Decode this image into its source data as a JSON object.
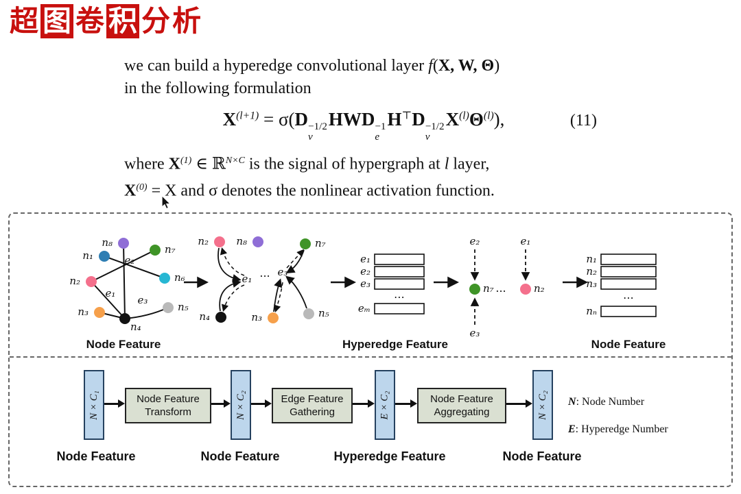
{
  "title": {
    "text": "超图卷积分析",
    "chars": [
      "超",
      "图",
      "卷",
      "积",
      "分",
      "析"
    ]
  },
  "intro": {
    "line1_pre": "we can build a hyperedge convolutional layer ",
    "f": "f",
    "open": "(",
    "args": "X, W, Θ",
    "close": ")",
    "line2": "in the following formulation"
  },
  "equation": {
    "lhs": "X",
    "lhs_sup": "(l+1)",
    "rel": " = ",
    "sigma_open": "σ(",
    "D1": "D",
    "D1_sup": "−1/2",
    "D1_sub": "v",
    "HW": "HW",
    "D2": "D",
    "D2_sup": "−1",
    "D2_sub": "e",
    "H": "H",
    "H_sup": "⊤",
    "D3": "D",
    "D3_sup": "−1/2",
    "D3_sub": "v",
    "X2": "X",
    "X2_sup": "(l)",
    "Theta": "Θ",
    "Theta_sup": "(l)",
    "close": "),",
    "number": "(11)"
  },
  "where": {
    "w": "where ",
    "X1": "X",
    "X1_sup": "(1)",
    "elem": " ∈ ℝ",
    "R_sup": "N×C",
    "mid": " is the signal of hypergraph at ",
    "l": "l",
    "tail": " layer,",
    "X0": "X",
    "X0_sup": "(0)",
    "line2_tail": " = X and σ denotes the nonlinear activation function."
  },
  "fig": {
    "left": {
      "caption": "Node Feature",
      "n1": "n₁",
      "n2": "n₂",
      "n3": "n₃",
      "n4": "n₄",
      "n5": "n₅",
      "n6": "n₆",
      "n7": "n₇",
      "n8": "n₈",
      "e1": "e₁",
      "e2": "e₂",
      "e3": "e₃"
    },
    "mid": {
      "n2": "n₂",
      "n8": "n₈",
      "n7": "n₇",
      "n4": "n₄",
      "n3": "n₃",
      "n5": "n₅",
      "e1": "e₁",
      "e3": "e₃",
      "dots": "..."
    },
    "he": {
      "caption": "Hyperedge Feature",
      "e1": "e₁",
      "e2": "e₂",
      "e3": "e₃",
      "dots": "⋯",
      "em": "eₘ"
    },
    "agg": {
      "e2": "e₂",
      "e1": "e₁",
      "e3": "e₃",
      "n7": "n₇",
      "n2": "n₂",
      "dots": "..."
    },
    "right": {
      "caption": "Node Feature",
      "n1": "n₁",
      "n2": "n₂",
      "n3": "n₃",
      "dots": "⋯",
      "nn": "nₙ"
    }
  },
  "pipeline": {
    "vbox1": "N × C₁",
    "vbox2": "N × C₂",
    "vbox3": "E × C₂",
    "vbox4": "N × C₂",
    "pbox1_l1": "Node Feature",
    "pbox1_l2": "Transform",
    "pbox2_l1": "Edge Feature",
    "pbox2_l2": "Gathering",
    "pbox3_l1": "Node Feature",
    "pbox3_l2": "Aggregating",
    "legend1_key": "N",
    "legend1_sep": ": ",
    "legend1_text": "Node Number",
    "legend2_key": "E",
    "legend2_sep": ": ",
    "legend2_text": "Hyperedge Number",
    "label1": "Node Feature",
    "label2": "Node Feature",
    "label3": "Hyperedge Feature",
    "label4": "Node Feature"
  },
  "colors": {
    "title_red": "#c8100e",
    "n1": "#2e7eb3",
    "n2": "#f4708c",
    "n3": "#f6a04b",
    "n4": "#121212",
    "n5": "#b9b9b9",
    "n6": "#27b7d3",
    "n7": "#3f9427",
    "n8": "#8f6ed6",
    "vbox_fill": "#bdd6ec",
    "pbox_fill": "#dae0d2",
    "stack_fill": "#ffffff"
  }
}
